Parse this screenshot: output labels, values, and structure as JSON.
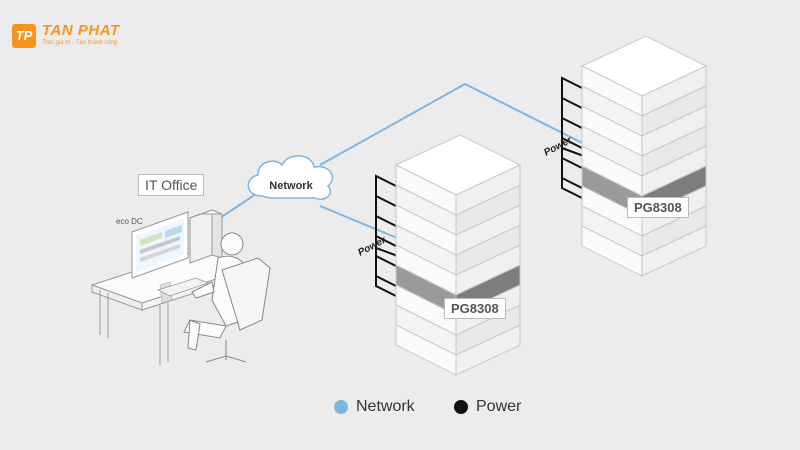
{
  "brand": {
    "name": "TAN PHAT",
    "slogan": "Trao giá trị - Tạo thành công",
    "mark": "TP",
    "color": "#f7941d"
  },
  "diagram": {
    "office_label": "IT Office",
    "software_label": "eco DC",
    "cloud_label": "Network",
    "power_label_1": "Power",
    "power_label_2": "Power",
    "pdu_label_1": "PG8308",
    "pdu_label_2": "PG8308"
  },
  "legend": {
    "network": {
      "label": "Network",
      "color": "#7fb6e0"
    },
    "power": {
      "label": "Power",
      "color": "#111111"
    }
  },
  "icons": [
    "cloud-icon",
    "desk-icon",
    "monitor-icon",
    "person-icon",
    "server-rack-icon"
  ]
}
